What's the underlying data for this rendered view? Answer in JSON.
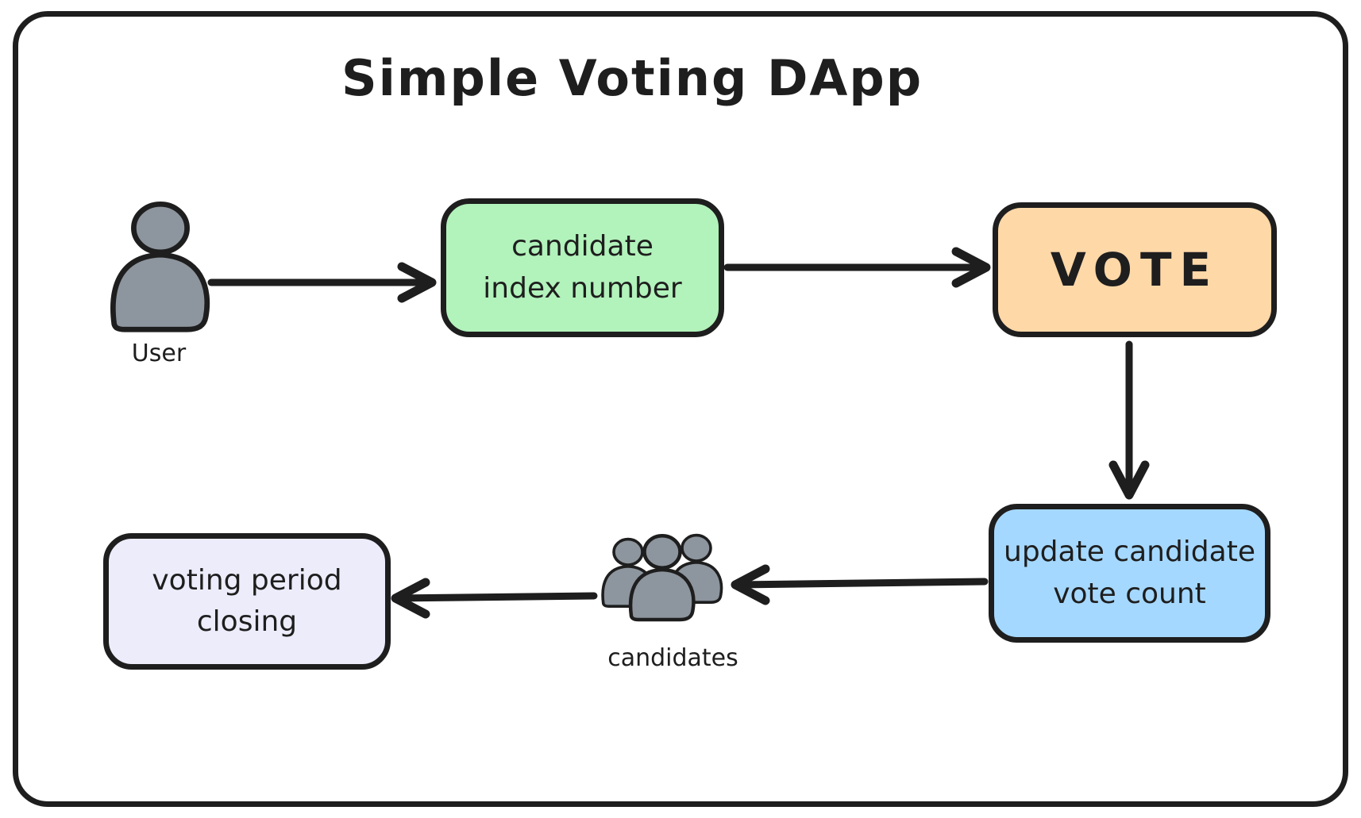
{
  "title": "Simple Voting DApp",
  "colors": {
    "stroke": "#1e1e1e",
    "canvas_background": "#ffffff",
    "person_fill": "#8d959e",
    "node_green": "#b2f2bb",
    "node_orange": "#ffd8a8",
    "node_blue": "#a5d8ff",
    "node_lavender": "#ececfb"
  },
  "nodes": {
    "candidate_index": {
      "label": "candidate\nindex number"
    },
    "vote": {
      "label": "VOTE"
    },
    "update_vote_count": {
      "label": "update candidate\nvote count"
    },
    "voting_period_closing": {
      "label": "voting period\nclosing"
    }
  },
  "actors": {
    "user": {
      "label": "User"
    },
    "candidates": {
      "label": "candidates"
    }
  }
}
